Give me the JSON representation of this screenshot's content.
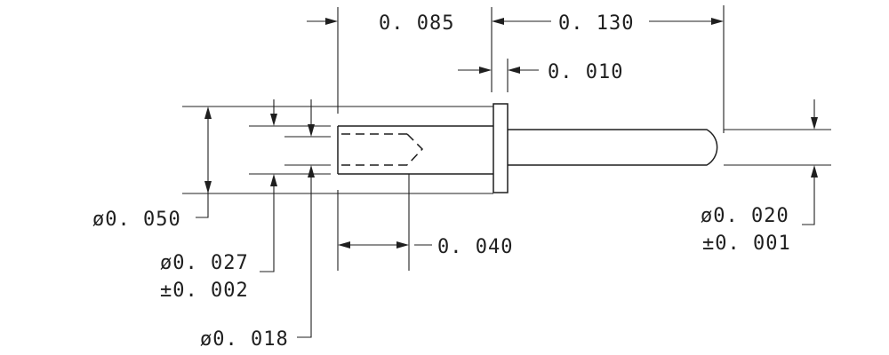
{
  "dimensions": {
    "length_085": "0. 085",
    "length_130": "0. 130",
    "thickness_010": "0. 010",
    "depth_040": "0. 040",
    "diameter_050": "ø0. 050",
    "diameter_027": "ø0. 027",
    "tolerance_027": "±0. 002",
    "diameter_018": "ø0. 018",
    "diameter_020": "ø0. 020",
    "tolerance_020": "±0. 001"
  }
}
